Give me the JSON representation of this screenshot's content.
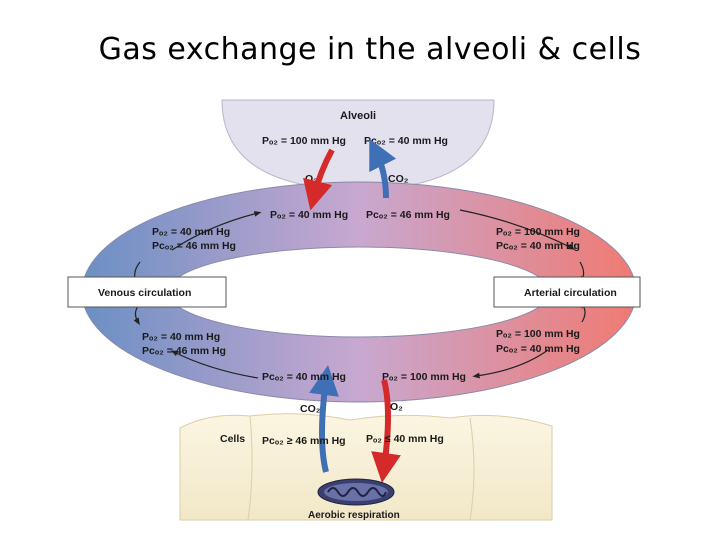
{
  "title": "Gas exchange in the alveoli & cells",
  "alveoli": {
    "label": "Alveoli",
    "po2": "Pₒ₂ = 100 mm Hg",
    "pco2": "Pᴄₒ₂ = 40 mm Hg",
    "o2": "O₂",
    "co2": "CO₂"
  },
  "ring": {
    "top_po2": "Pₒ₂ = 40 mm Hg",
    "top_pco2": "Pᴄₒ₂ = 46 mm Hg",
    "upper_left_po2": "Pₒ₂ = 40 mm Hg",
    "upper_left_pco2": "Pᴄₒ₂ = 46 mm Hg",
    "upper_right_po2": "Pₒ₂ = 100 mm Hg",
    "upper_right_pco2": "Pᴄₒ₂ = 40 mm Hg",
    "lower_left_po2": "Pₒ₂ = 40 mm Hg",
    "lower_left_pco2": "Pᴄₒ₂ = 46 mm Hg",
    "lower_right_po2": "Pₒ₂ = 100 mm Hg",
    "lower_right_pco2": "Pᴄₒ₂ = 40 mm Hg",
    "bottom_pco2": "Pᴄₒ₂ = 40 mm Hg",
    "bottom_po2": "Pₒ₂ = 100 mm Hg",
    "venous": "Venous circulation",
    "arterial": "Arterial circulation"
  },
  "cells": {
    "label": "Cells",
    "co2": "CO₂",
    "o2": "O₂",
    "pco2": "Pᴄₒ₂ ≥ 46 mm Hg",
    "po2": "Pₒ₂ ≤ 40 mm Hg",
    "respiration": "Aerobic respiration"
  },
  "colors": {
    "venous": "#6b8fc4",
    "mid": "#c8a8d0",
    "arterial": "#f07a72",
    "alveolus": "#e4e1ee",
    "cells": "#f6efd6",
    "mito_outer": "#3a3f6e",
    "o2_arrow": "#d42a2a",
    "co2_arrow": "#3f6fb5"
  }
}
